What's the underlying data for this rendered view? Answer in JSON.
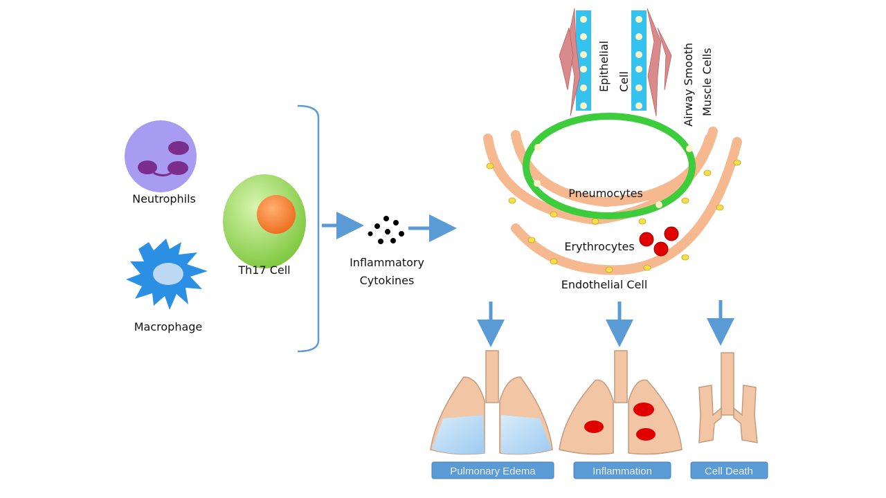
{
  "labels": {
    "neutrophils": "Neutrophils",
    "macrophage": "Macrophage",
    "th17": "Th17 Cell",
    "cytokines_line1": "Inflammatory",
    "cytokines_line2": "Cytokines",
    "epithelial_line1": "Epithelial",
    "epithelial_line2": "Cell",
    "smooth_line1": "Airway Smooth",
    "smooth_line2": "Muscle Cells",
    "pneumocytes": "Pneumocytes",
    "erythrocytes": "Erythrocytes",
    "endothelial": "Endothelial Cell"
  },
  "outcomes": [
    {
      "label": "Pulmonary Edema"
    },
    {
      "label": "Inflammation"
    },
    {
      "label": "Cell Death"
    }
  ],
  "colors": {
    "arrow": "#5b9bd5",
    "label_box": "#5b9bd5",
    "neutrophil": "#a79bf2",
    "macrophage": "#2b8fe3",
    "th17": "#8fd14f",
    "th17_nucleus": "#f07b2a",
    "pneumocyte": "#3ccc3c",
    "epithelium": "#33c3ee",
    "smooth_muscle": "#d98a8a",
    "endothelium": "#f6b98f",
    "lung": "#f2c6a4",
    "edema": "#b5d8f5",
    "inflammation": "#e00000"
  }
}
